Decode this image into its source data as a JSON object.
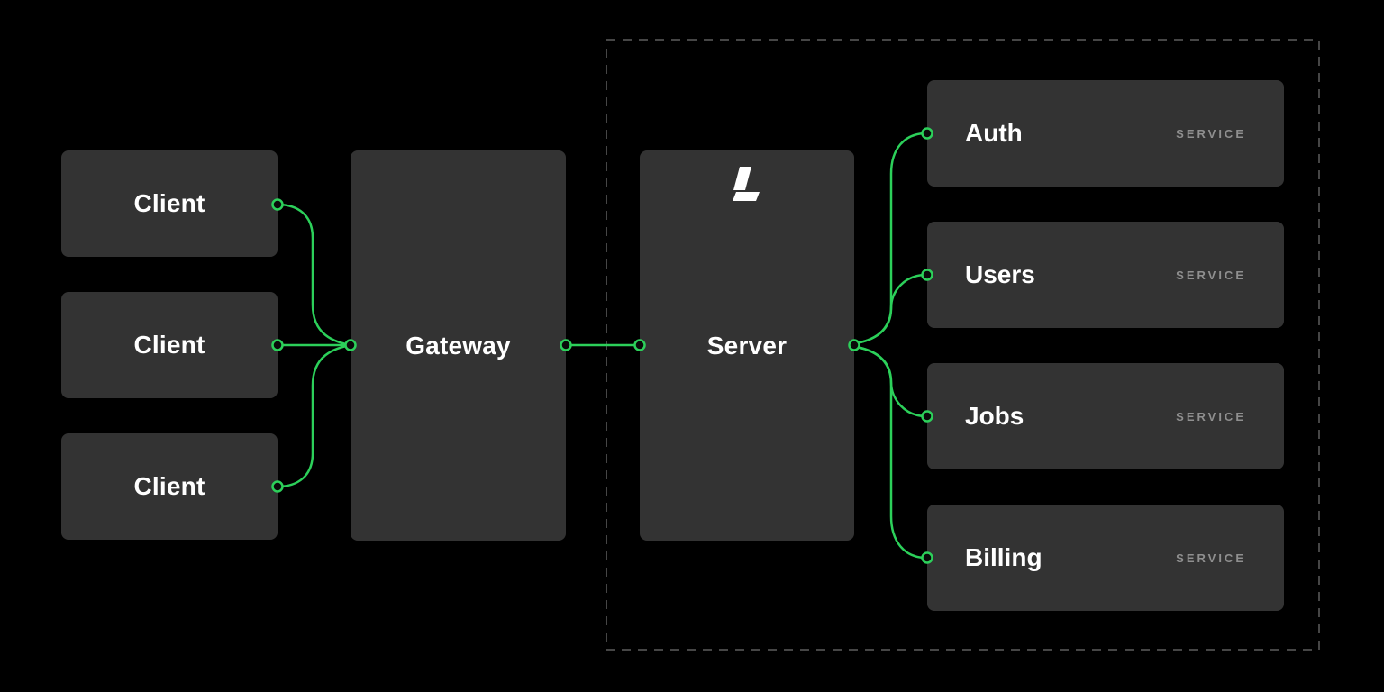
{
  "diagram": {
    "background_color": "#000000",
    "node_color": "#333333",
    "accent_color": "#2cd05a",
    "dashed_border_color": "#464646",
    "label_color": "#ffffff",
    "service_tag_color": "#8f8f8f",
    "clients": [
      {
        "label": "Client"
      },
      {
        "label": "Client"
      },
      {
        "label": "Client"
      }
    ],
    "gateway": {
      "label": "Gateway"
    },
    "server": {
      "label": "Server",
      "logo_icon": "slanted-l-logo"
    },
    "services": [
      {
        "name": "Auth",
        "tag": "SERVICE"
      },
      {
        "name": "Users",
        "tag": "SERVICE"
      },
      {
        "name": "Jobs",
        "tag": "SERVICE"
      },
      {
        "name": "Billing",
        "tag": "SERVICE"
      }
    ]
  }
}
